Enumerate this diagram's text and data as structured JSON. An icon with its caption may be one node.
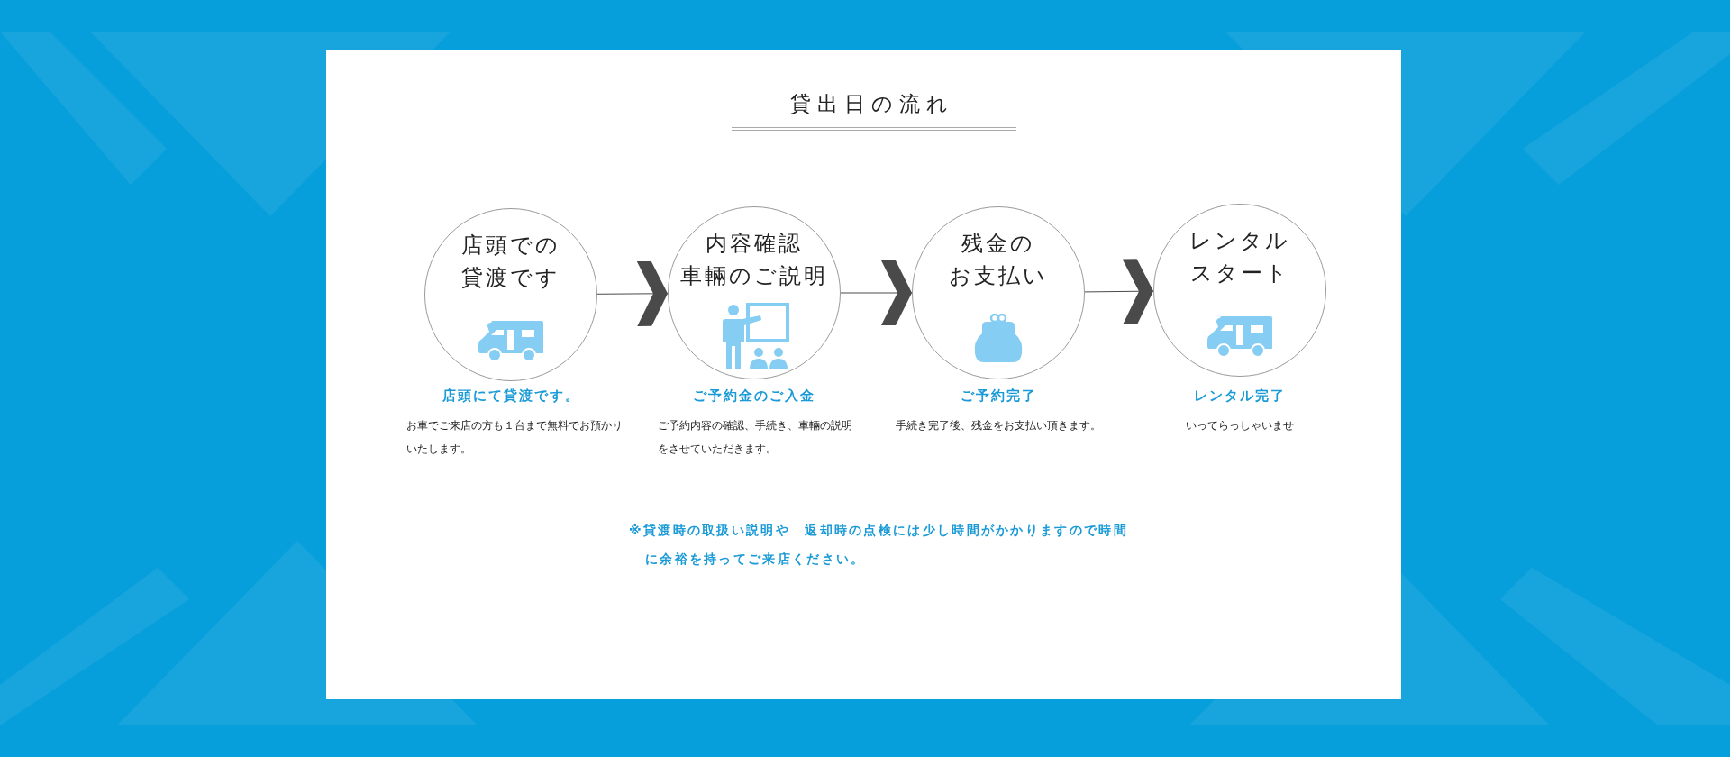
{
  "diagram": {
    "title": "貸出日の流れ",
    "nodes": [
      {
        "text": [
          "店頭での貸渡です"
        ],
        "beside": [
          "店頭にて貸渡です。",
          "お車でご来店の方も１台まで無料でお預かりいたします。"
        ]
      },
      {
        "text": [
          "内容確認車輛のご説明"
        ],
        "beside": [
          "ご予約金のご入金",
          "ご予約内容の確認、手続き、車輛の説明をさせていただきます。"
        ]
      },
      {
        "text": [
          "残金のお支払い"
        ],
        "beside": [
          "ご予約完了",
          "手続き完了後、残金をお支払い頂きます。"
        ]
      },
      {
        "text": [
          "レンタルスタート"
        ],
        "beside": [
          "レンタル完了",
          "いってらっしゃいませ"
        ]
      }
    ],
    "edges": [
      {
        "from": 0,
        "to": 1,
        "arrow": "to"
      },
      {
        "from": 1,
        "to": 2,
        "arrow": "to"
      },
      {
        "from": 2,
        "to": 3,
        "arrow": "to"
      }
    ],
    "labels": [
      "※貸渡時の取扱い説明や　返却時の点検には少し時間がかかりますので時間に余裕を持ってご来店ください。"
    ]
  }
}
